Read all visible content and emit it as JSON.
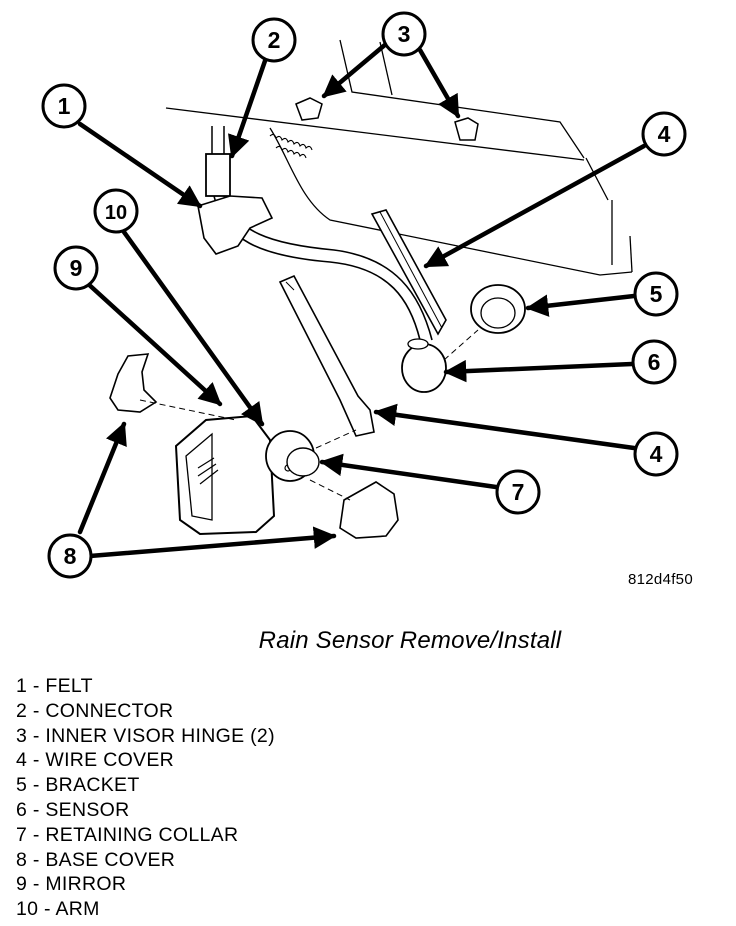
{
  "figure": {
    "code": "812d4f50",
    "caption": "Rain Sensor Remove/Install"
  },
  "callouts": [
    "1",
    "2",
    "3",
    "4",
    "5",
    "6",
    "4",
    "7",
    "8",
    "9",
    "10"
  ],
  "legend": [
    "1 - FELT",
    "2 - CONNECTOR",
    "3 - INNER VISOR HINGE (2)",
    "4 - WIRE COVER",
    "5 - BRACKET",
    "6 - SENSOR",
    "7 - RETAINING COLLAR",
    "8 - BASE COVER",
    "9 - MIRROR",
    "10 - ARM"
  ]
}
